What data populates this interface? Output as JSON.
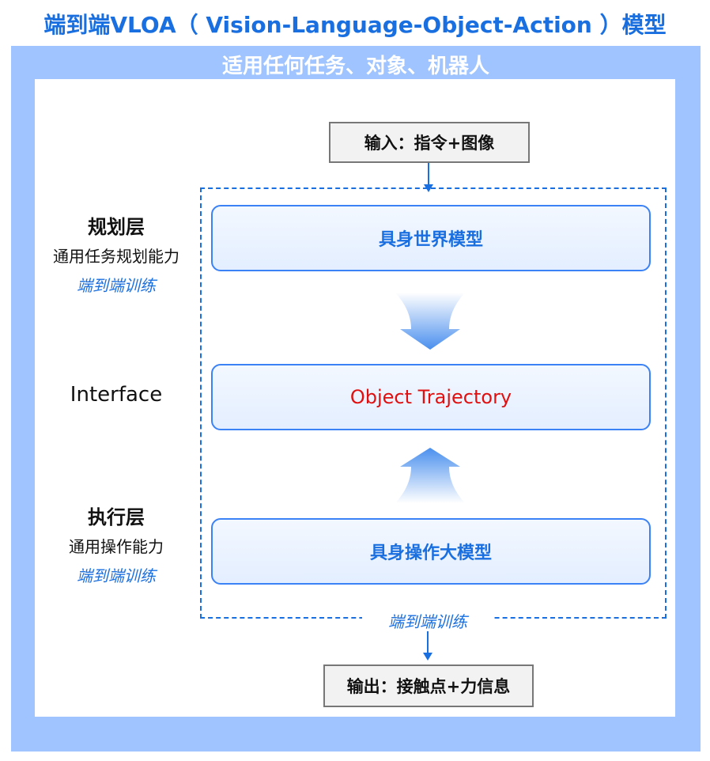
{
  "title": "端到端VLOA（ Vision-Language-Object-Action ）模型",
  "subtitle": "适用任何任务、对象、机器人",
  "input": "输入：指令+图像",
  "output": "输出：接触点+力信息",
  "modules": {
    "world_model": "具身世界模型",
    "trajectory": "Object Trajectory",
    "manipulation_model": "具身操作大模型"
  },
  "left_labels": {
    "planning_title": "规划层",
    "planning_desc": "通用任务规划能力",
    "planning_train": "端到端训练",
    "interface": "Interface",
    "execution_title": "执行层",
    "execution_desc": "通用操作能力",
    "execution_train": "端到端训练"
  },
  "bottom_train": "端到端训练",
  "colors": {
    "accent_blue": "#1a6fe0",
    "frame_blue": "#9fc4ff",
    "trajectory_red": "#e01010"
  }
}
